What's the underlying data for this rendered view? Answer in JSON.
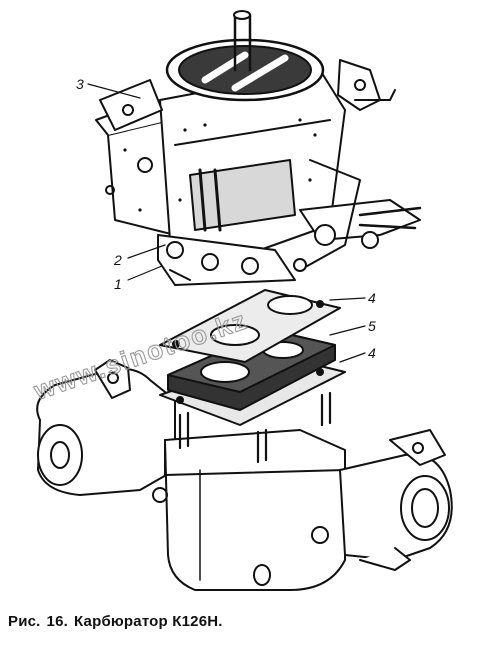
{
  "figure": {
    "callouts": [
      "1",
      "2",
      "3",
      "4",
      "5",
      "4"
    ],
    "watermark": "www.sinotoo.kz"
  },
  "caption": {
    "prefix": "Рис.",
    "number": "16.",
    "title": "Карбюратор К126Н."
  }
}
